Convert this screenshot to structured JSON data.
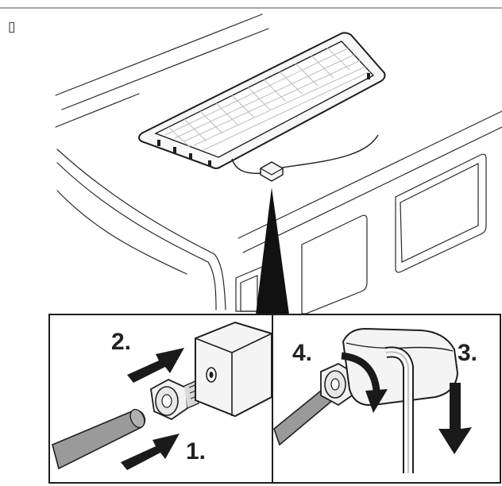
{
  "page": {
    "placeholder_glyph": "▯"
  },
  "steps": [
    {
      "id": "step-1",
      "label": "1."
    },
    {
      "id": "step-2",
      "label": "2."
    },
    {
      "id": "step-3",
      "label": "3."
    },
    {
      "id": "step-4",
      "label": "4."
    }
  ],
  "colors": {
    "stroke": "#1e1e1e",
    "fill_light": "#f4f4f4",
    "rule": "#8a8a8a",
    "arrow": "#1a1a1a",
    "cable": "#8e8e8e",
    "panel_cells": "#bdbdbd"
  }
}
